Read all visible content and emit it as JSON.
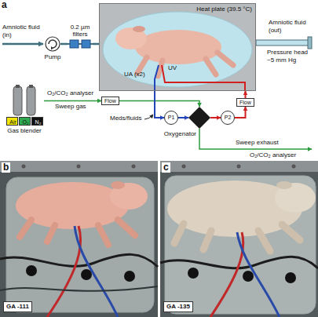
{
  "diagram": {
    "nodes": [
      {
        "text": [
          "Pump"
        ]
      },
      {
        "text": [
          "0.2 µm filters"
        ]
      },
      {
        "text": [
          "Heat plate (39.5 °C)"
        ]
      },
      {
        "text": [
          "Gas blender"
        ]
      },
      {
        "text": [
          "Air"
        ],
        "in": 3
      },
      {
        "text": [
          "O₂"
        ],
        "in": 3
      },
      {
        "text": [
          "N₂"
        ],
        "in": 3
      },
      {
        "text": [
          "Flow"
        ]
      },
      {
        "text": [
          "P1"
        ]
      },
      {
        "text": [
          "Oxygenator"
        ]
      },
      {
        "text": [
          "P2"
        ]
      },
      {
        "text": [
          "Flow"
        ]
      }
    ],
    "edges": [
      {
        "from": 0,
        "to": 1,
        "arrow": "none"
      },
      {
        "from": 1,
        "to": 2,
        "arrow": "none"
      },
      {
        "from": 3,
        "to": 7,
        "arrow": "to"
      },
      {
        "from": 7,
        "to": 9,
        "arrow": "to"
      },
      {
        "from": 2,
        "to": 8,
        "arrow": "to"
      },
      {
        "from": 8,
        "to": 9,
        "arrow": "to"
      },
      {
        "from": 9,
        "to": 10,
        "arrow": "to"
      },
      {
        "from": 10,
        "to": 11,
        "arrow": "to"
      },
      {
        "from": 11,
        "to": 2,
        "arrow": "to"
      }
    ],
    "labels": [
      "a",
      "Amniotic fluid (in)",
      "Amniotic fluid (out)",
      "Pressure head ~5 mm Hg",
      "UA (x2)",
      "UV",
      "O₂/CO₂ analyser",
      "Sweep gas",
      "Meds/fluids",
      "Sweep exhaust",
      "O₂/CO₂ analyser",
      "b",
      "c",
      "GA -111",
      "GA -135"
    ]
  }
}
